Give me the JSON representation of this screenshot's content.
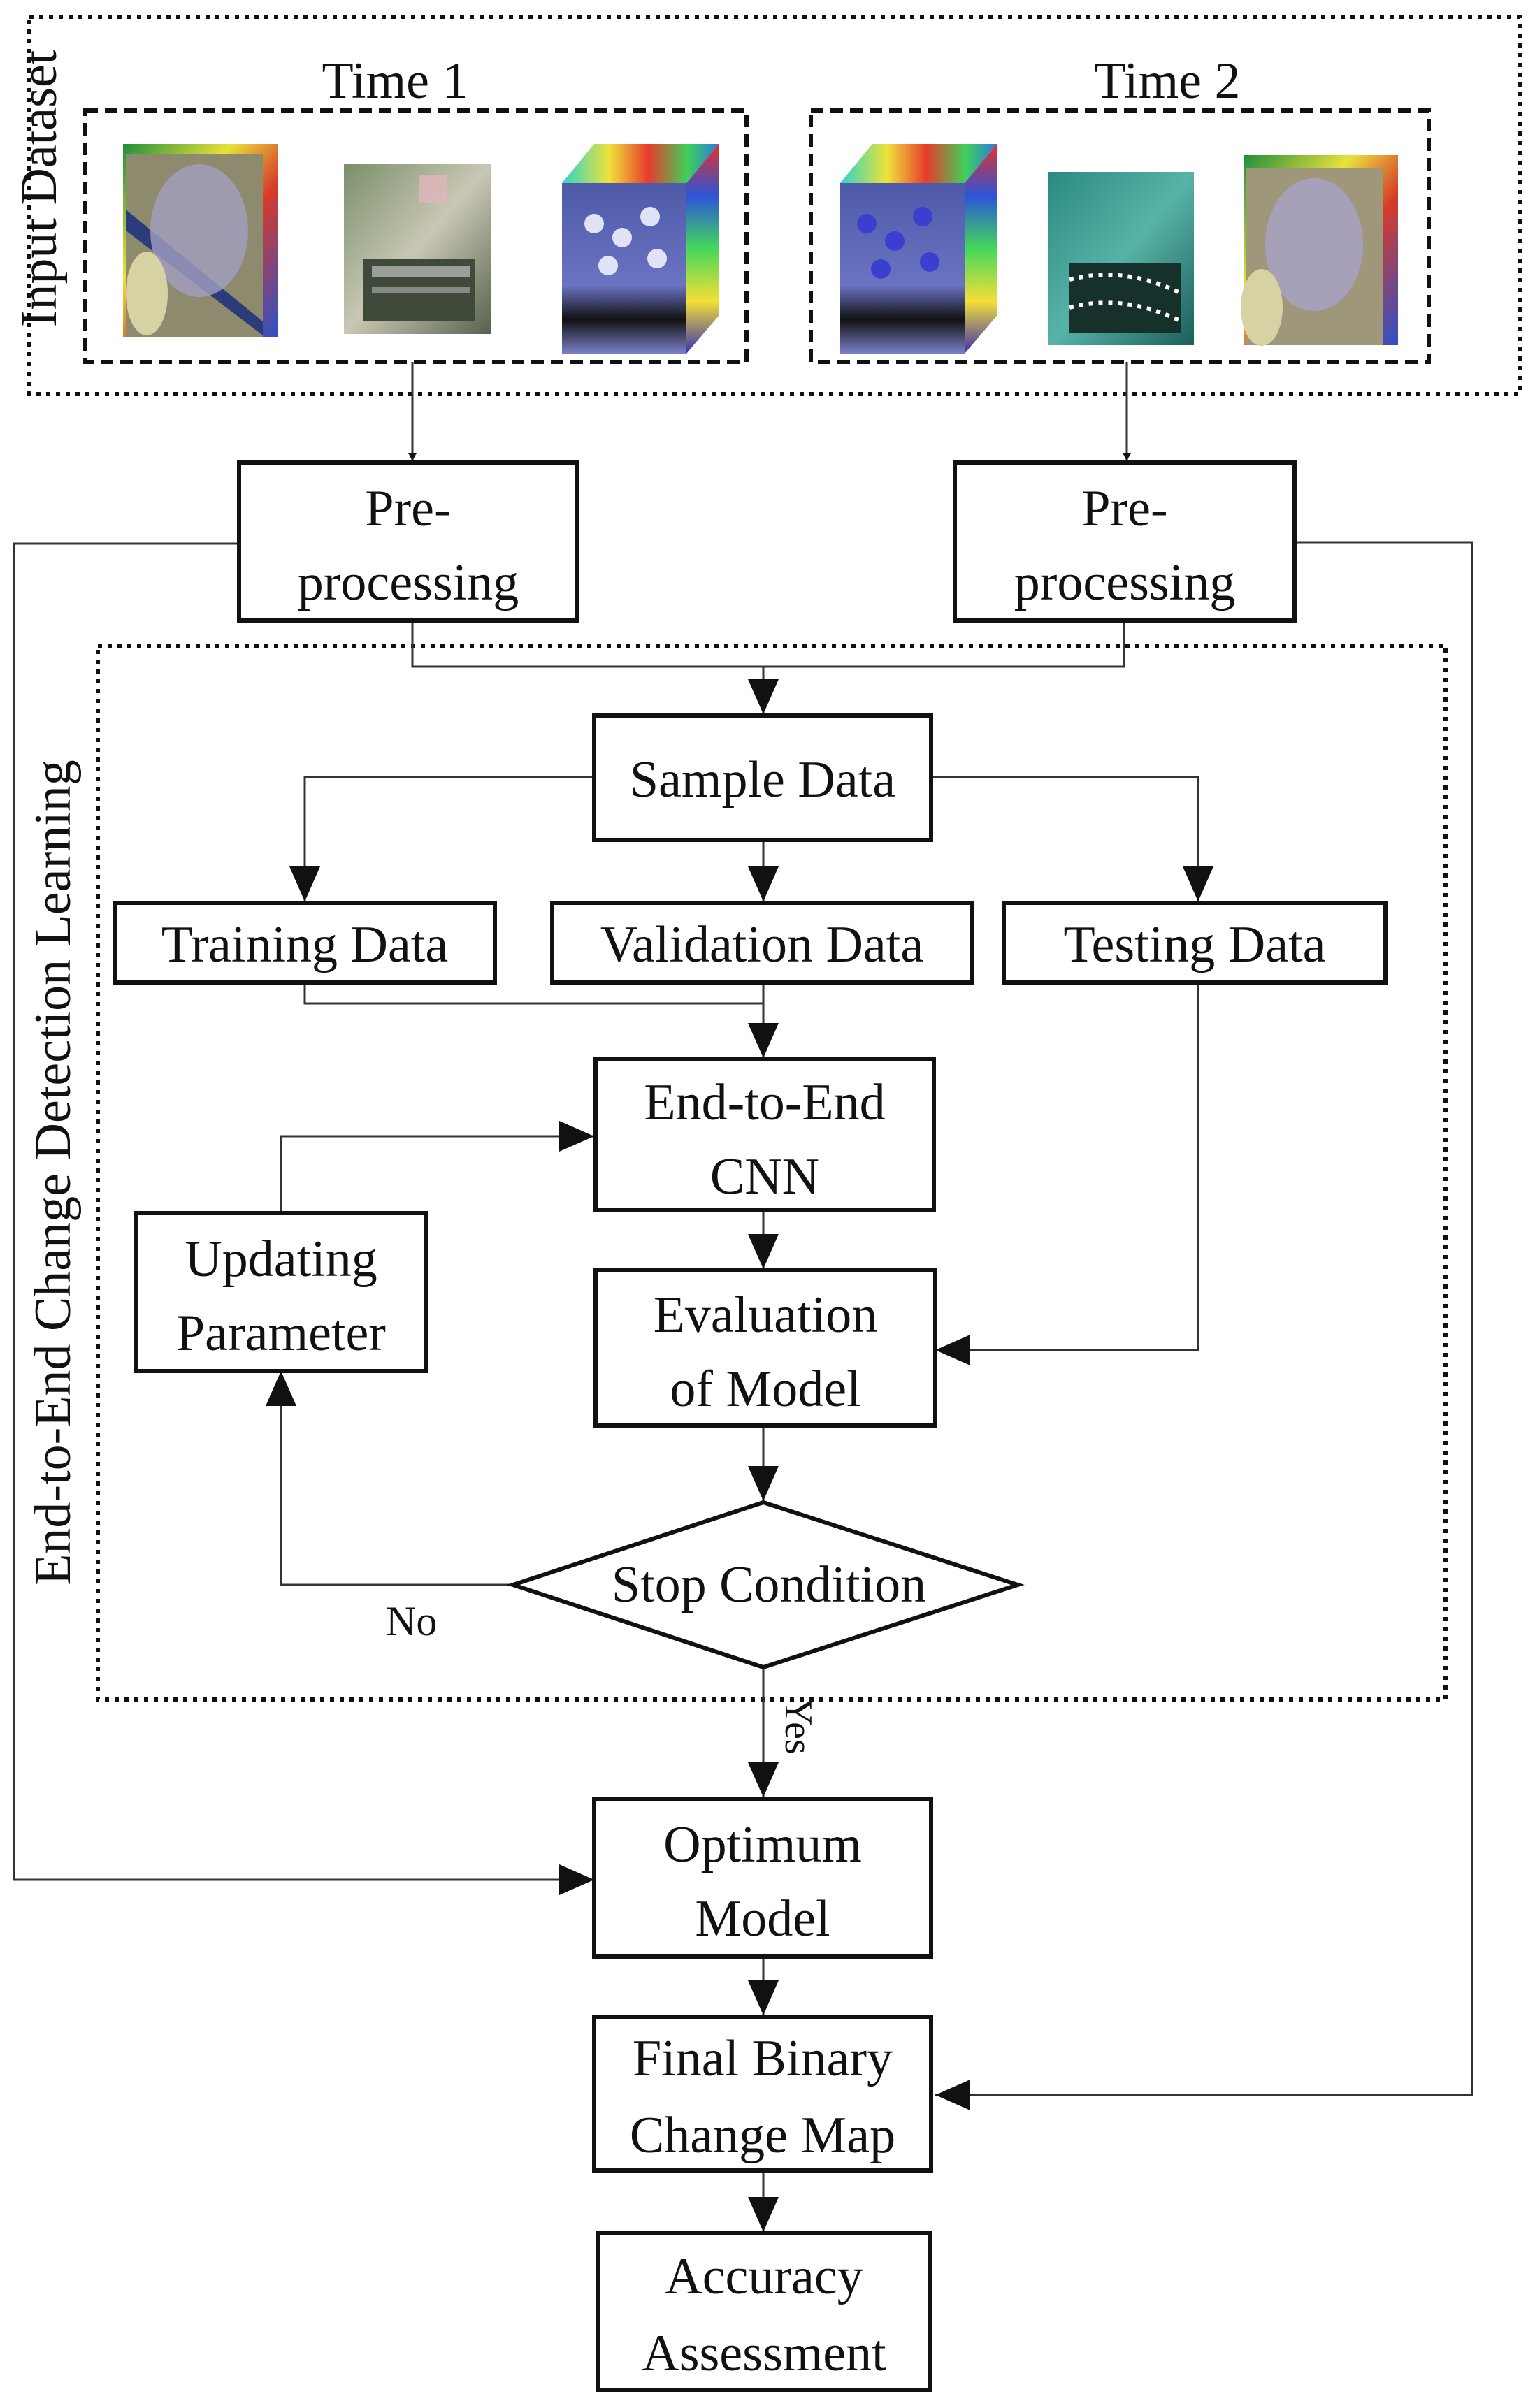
{
  "groups": {
    "input_dataset": "Input Dataset",
    "learning": "End-to-End Change Detection Learning"
  },
  "time1": {
    "title": "Time 1"
  },
  "time2": {
    "title": "Time 2"
  },
  "nodes": {
    "pre1": [
      "Pre-",
      "processing"
    ],
    "pre2": [
      "Pre-",
      "processing"
    ],
    "sample": "Sample Data",
    "training": "Training Data",
    "validation": "Validation Data",
    "testing": "Testing Data",
    "cnn": [
      "End-to-End",
      "CNN"
    ],
    "updating": [
      "Updating",
      "Parameter"
    ],
    "evaluation": [
      "Evaluation",
      "of Model"
    ],
    "stop": "Stop Condition",
    "optimum": [
      "Optimum",
      "Model"
    ],
    "final_map": [
      "Final Binary",
      "Change Map"
    ],
    "accuracy": [
      "Accuracy",
      "Assessment"
    ]
  },
  "edges": {
    "no_label": "No",
    "yes_label": "Yes"
  },
  "colors": {
    "stroke": "#111111",
    "connector": "#333333",
    "background": "#ffffff"
  }
}
